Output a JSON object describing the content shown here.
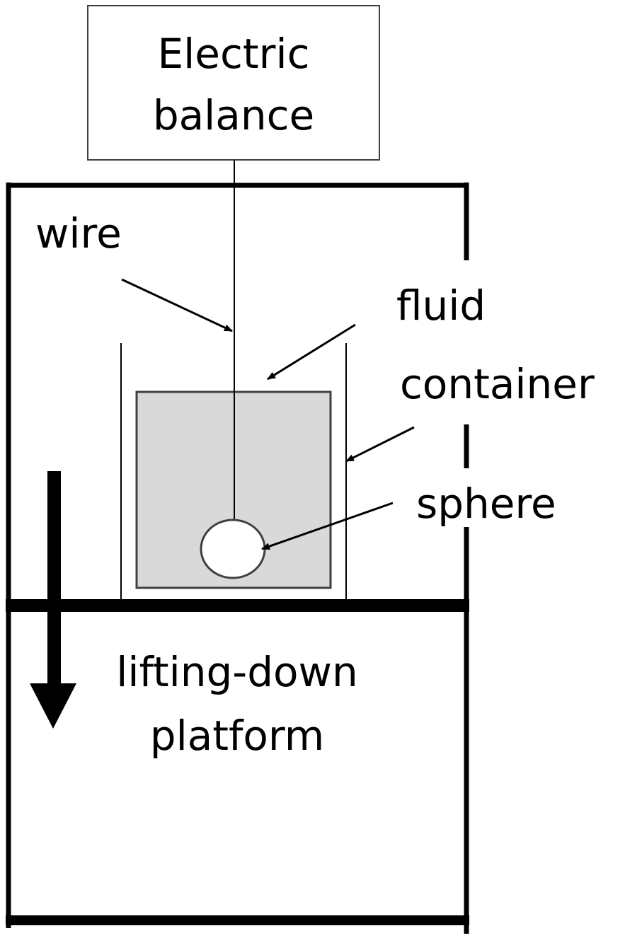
{
  "labels": {
    "balance_line1": "Electric",
    "balance_line2": "balance",
    "wire": "wire",
    "fluid": "fluid",
    "container": "container",
    "sphere": "sphere",
    "platform_line1": "lifting-down",
    "platform_line2": "platform"
  },
  "colors": {
    "line": "#000000",
    "fluid_fill": "#d9d9d9",
    "fluid_stroke": "#404040",
    "sphere_fill": "#ffffff",
    "sphere_stroke": "#404040",
    "background": "#ffffff"
  }
}
